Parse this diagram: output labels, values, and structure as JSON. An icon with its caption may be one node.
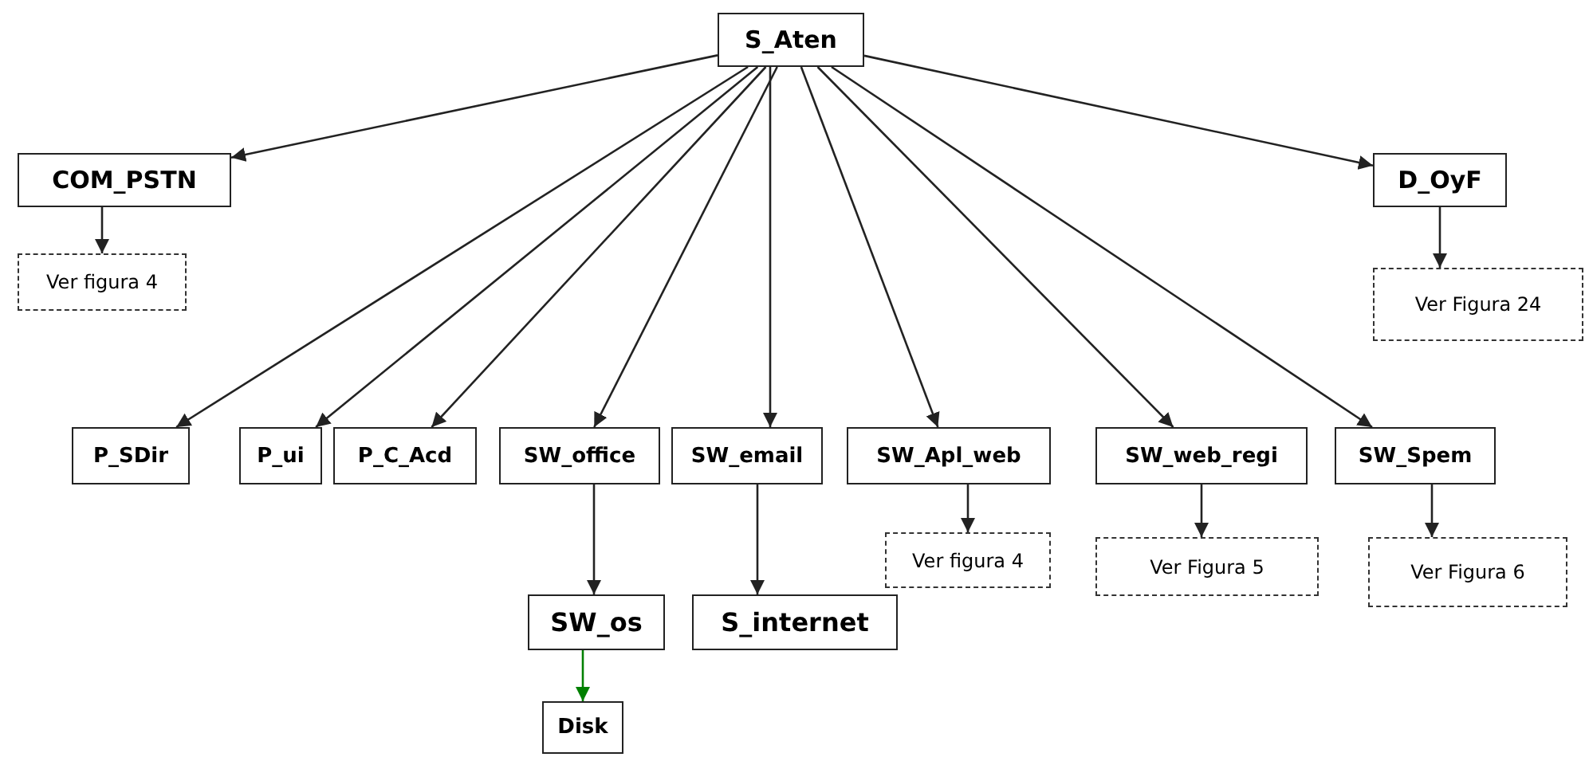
{
  "diagram": {
    "nodes": [
      {
        "text": [
          "S_Aten"
        ]
      },
      {
        "text": [
          "COM_PSTN"
        ]
      },
      {
        "text": [
          "Ver figura 4"
        ]
      },
      {
        "text": [
          "D_OyF"
        ]
      },
      {
        "text": [
          "Ver Figura 24"
        ]
      },
      {
        "text": [
          "P_SDir"
        ]
      },
      {
        "text": [
          "P_ui"
        ]
      },
      {
        "text": [
          "P_C_Acd"
        ]
      },
      {
        "text": [
          "SW_office"
        ]
      },
      {
        "text": [
          "SW_email"
        ]
      },
      {
        "text": [
          "SW_Apl_web"
        ]
      },
      {
        "text": [
          "SW_web_regi"
        ]
      },
      {
        "text": [
          "SW_Spem"
        ]
      },
      {
        "text": [
          "SW_os"
        ]
      },
      {
        "text": [
          "S_internet"
        ]
      },
      {
        "text": [
          "Ver figura 4"
        ]
      },
      {
        "text": [
          "Ver Figura 5"
        ]
      },
      {
        "text": [
          "Ver Figura 6"
        ]
      },
      {
        "text": [
          "Disk"
        ]
      }
    ],
    "edges": [
      {
        "from": 0,
        "to": 1,
        "arrow": "to"
      },
      {
        "from": 0,
        "to": 3,
        "arrow": "to"
      },
      {
        "from": 0,
        "to": 5,
        "arrow": "to"
      },
      {
        "from": 0,
        "to": 6,
        "arrow": "to"
      },
      {
        "from": 0,
        "to": 7,
        "arrow": "to"
      },
      {
        "from": 0,
        "to": 8,
        "arrow": "to"
      },
      {
        "from": 0,
        "to": 9,
        "arrow": "to"
      },
      {
        "from": 0,
        "to": 10,
        "arrow": "to"
      },
      {
        "from": 0,
        "to": 11,
        "arrow": "to"
      },
      {
        "from": 0,
        "to": 12,
        "arrow": "to"
      },
      {
        "from": 1,
        "to": 2,
        "arrow": "to"
      },
      {
        "from": 3,
        "to": 4,
        "arrow": "to"
      },
      {
        "from": 8,
        "to": 13,
        "arrow": "to"
      },
      {
        "from": 9,
        "to": 14,
        "arrow": "to"
      },
      {
        "from": 10,
        "to": 15,
        "arrow": "to"
      },
      {
        "from": 11,
        "to": 16,
        "arrow": "to"
      },
      {
        "from": 12,
        "to": 17,
        "arrow": "to"
      },
      {
        "from": 13,
        "to": 18,
        "arrow": "to",
        "color": "#008000"
      }
    ]
  }
}
